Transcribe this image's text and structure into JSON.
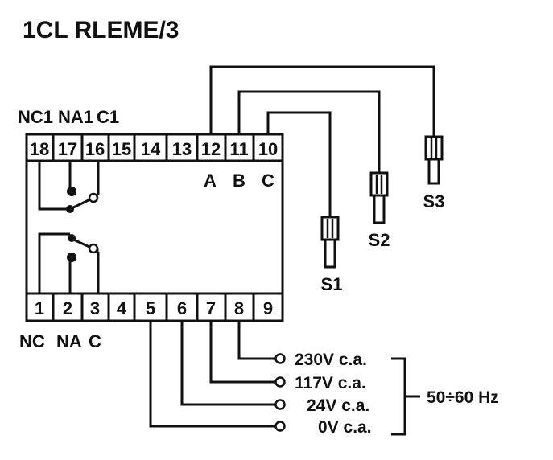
{
  "title": "1CL RLEME/3",
  "top_relay_labels": [
    "NC1",
    "NA1",
    "C1"
  ],
  "bottom_relay_labels": [
    "NC",
    "NA",
    "C"
  ],
  "top_terminals": [
    "18",
    "17",
    "16",
    "15",
    "14",
    "13",
    "12",
    "11",
    "10"
  ],
  "bottom_terminals": [
    "1",
    "2",
    "3",
    "4",
    "5",
    "6",
    "7",
    "8",
    "9"
  ],
  "sensor_inputs": [
    "A",
    "B",
    "C"
  ],
  "sensors": [
    "S1",
    "S2",
    "S3"
  ],
  "supply_options": [
    "230V c.a.",
    "117V c.a.",
    "24V c.a.",
    "0V c.a."
  ],
  "frequency": "50÷60 Hz"
}
